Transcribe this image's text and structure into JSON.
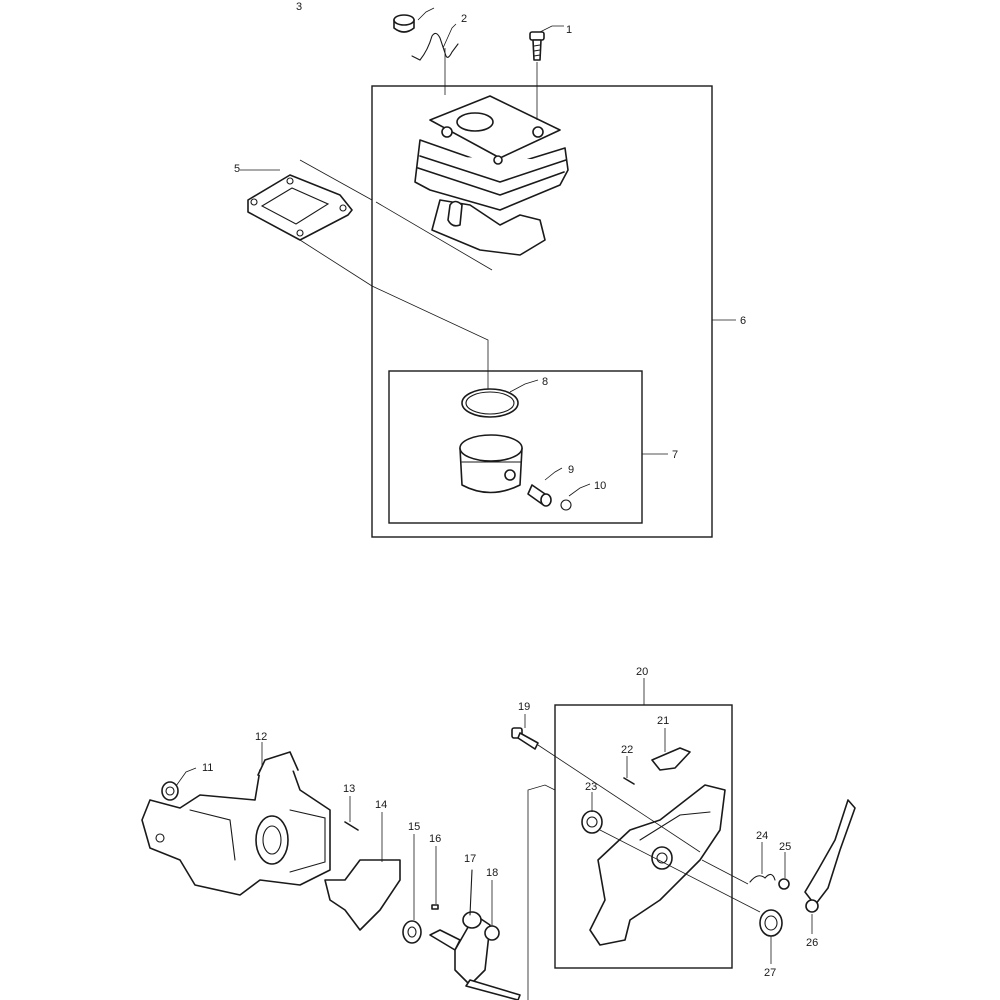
{
  "callouts": [
    {
      "id": "1",
      "label": "1"
    },
    {
      "id": "2",
      "label": "2"
    },
    {
      "id": "3",
      "label": "3"
    },
    {
      "id": "5",
      "label": "5"
    },
    {
      "id": "6",
      "label": "6"
    },
    {
      "id": "7",
      "label": "7"
    },
    {
      "id": "8",
      "label": "8"
    },
    {
      "id": "9",
      "label": "9"
    },
    {
      "id": "10",
      "label": "10"
    },
    {
      "id": "11",
      "label": "11"
    },
    {
      "id": "12",
      "label": "12"
    },
    {
      "id": "13",
      "label": "13"
    },
    {
      "id": "14",
      "label": "14"
    },
    {
      "id": "15",
      "label": "15"
    },
    {
      "id": "16",
      "label": "16"
    },
    {
      "id": "17",
      "label": "17"
    },
    {
      "id": "18",
      "label": "18"
    },
    {
      "id": "19",
      "label": "19"
    },
    {
      "id": "20",
      "label": "20"
    },
    {
      "id": "21",
      "label": "21"
    },
    {
      "id": "22",
      "label": "22"
    },
    {
      "id": "23",
      "label": "23"
    },
    {
      "id": "24",
      "label": "24"
    },
    {
      "id": "25",
      "label": "25"
    },
    {
      "id": "26",
      "label": "26"
    },
    {
      "id": "27",
      "label": "27"
    }
  ]
}
